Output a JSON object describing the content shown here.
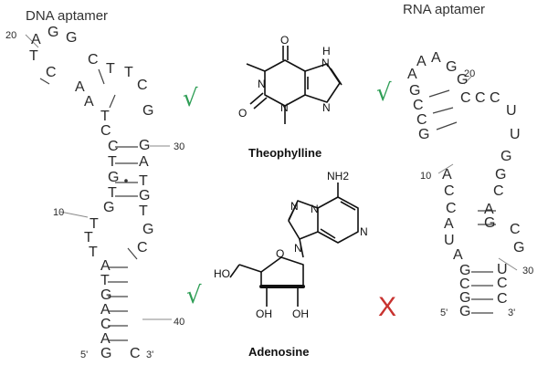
{
  "titles": {
    "dna": "DNA aptamer",
    "rna": "RNA aptamer"
  },
  "dna": {
    "bases": [
      "G",
      "A",
      "C",
      "A",
      "G",
      "T",
      "A",
      "T",
      "T",
      "T",
      "G",
      "T",
      "G",
      "T",
      "C",
      "C",
      "T",
      "A",
      "A",
      "C",
      "T",
      "A",
      "G",
      "G",
      "C",
      "T",
      "T",
      "C",
      "G",
      "G",
      "A",
      "T",
      "G",
      "T",
      "G",
      "C",
      "C"
    ],
    "numbers": [
      "5'",
      "10",
      "20",
      "30",
      "40",
      "3'"
    ]
  },
  "rna": {
    "bases": [
      "G",
      "G",
      "C",
      "G",
      "A",
      "U",
      "A",
      "C",
      "C",
      "A",
      "G",
      "C",
      "C",
      "G",
      "A",
      "A",
      "A",
      "G",
      "G",
      "C",
      "C",
      "C",
      "U",
      "U",
      "G",
      "G",
      "C",
      "A",
      "G",
      "C",
      "G",
      "U",
      "C",
      "C"
    ],
    "numbers": [
      "5'",
      "10",
      "20",
      "30",
      "3'"
    ]
  },
  "molecules": {
    "theophylline": {
      "name": "Theophylline",
      "atoms": [
        "O",
        "O",
        "N",
        "N",
        "N",
        "N",
        "H"
      ]
    },
    "adenosine": {
      "name": "Adenosine",
      "atoms": [
        "NH2",
        "N",
        "N",
        "N",
        "N",
        "O",
        "HO",
        "OH",
        "OH"
      ]
    }
  },
  "marks": {
    "dna_theophylline": "√",
    "rna_theophylline": "√",
    "dna_adenosine": "√",
    "rna_adenosine": "X",
    "check_color": "#2f9e56",
    "cross_color": "#c8322f"
  }
}
